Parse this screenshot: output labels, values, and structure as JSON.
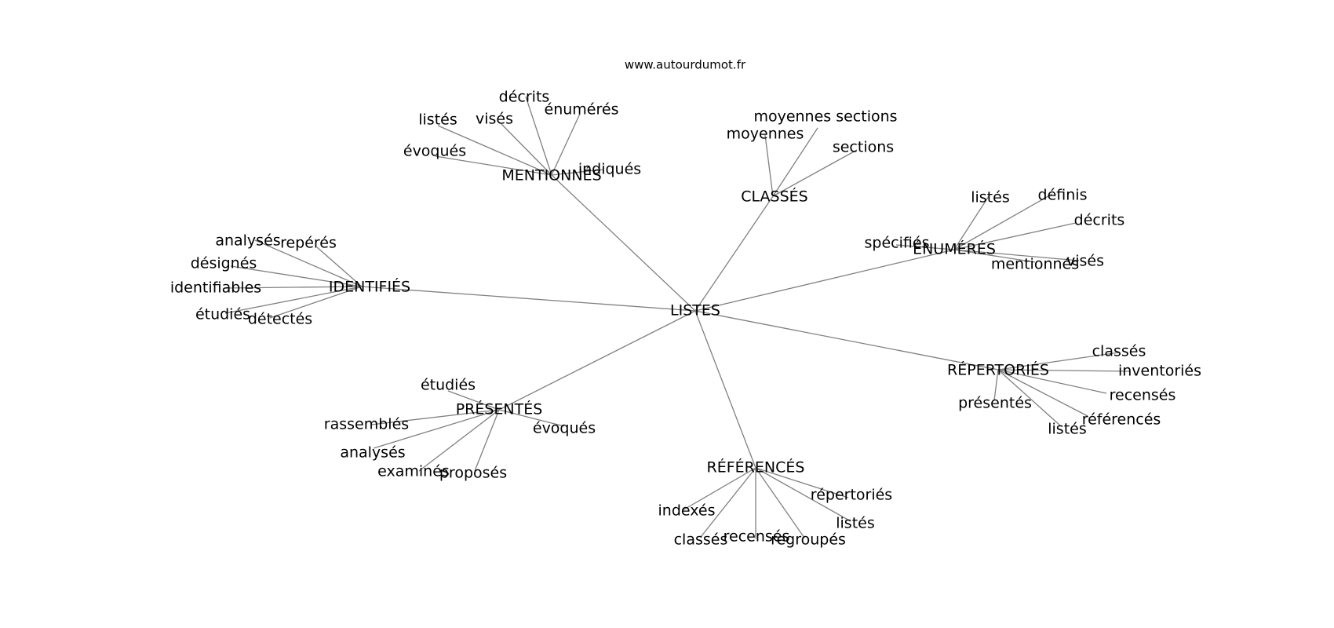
{
  "source": "www.autourdumot.fr",
  "center": "LISTES",
  "hubs": [
    {
      "id": "mentionnes",
      "label": "MENTIONNÉS",
      "leaves": [
        "décrits",
        "énumérés",
        "listés",
        "visés",
        "évoqués",
        "indiqués"
      ]
    },
    {
      "id": "classes",
      "label": "CLASSÉS",
      "leaves": [
        "moyennes sections",
        "moyennes",
        "sections"
      ]
    },
    {
      "id": "enumeres",
      "label": "ÉNUMÉRÉS",
      "leaves": [
        "listés",
        "définis",
        "décrits",
        "spécifiés",
        "mentionnés",
        "visés"
      ]
    },
    {
      "id": "identifies",
      "label": "IDENTIFIÉS",
      "leaves": [
        "analysés",
        "repérés",
        "désignés",
        "identifiables",
        "étudiés",
        "détectés"
      ]
    },
    {
      "id": "repertories",
      "label": "RÉPERTORIÉS",
      "leaves": [
        "classés",
        "inventoriés",
        "recensés",
        "présentés",
        "référencés",
        "listés"
      ]
    },
    {
      "id": "presentes",
      "label": "PRÉSENTÉS",
      "leaves": [
        "étudiés",
        "rassemblés",
        "évoqués",
        "analysés",
        "examinés",
        "proposés"
      ]
    },
    {
      "id": "references",
      "label": "RÉFÉRENCÉS",
      "leaves": [
        "répertoriés",
        "indexés",
        "listés",
        "classés",
        "recensés",
        "regroupés"
      ]
    }
  ]
}
